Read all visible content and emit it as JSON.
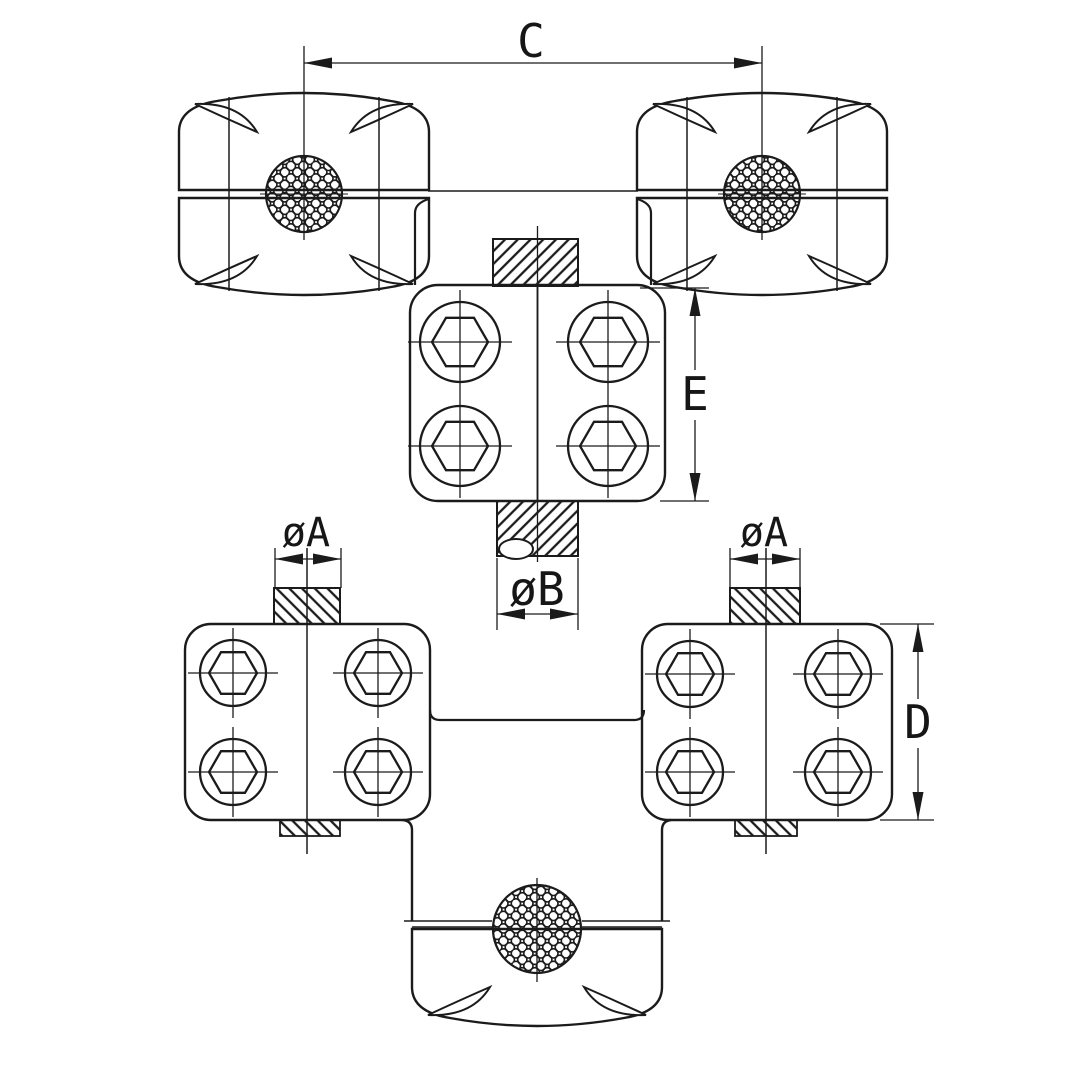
{
  "drawing": {
    "type": "engineering-technical-drawing",
    "subject": "parallel-groove tap connector clamp with bolted keeper blocks and stranded conductors",
    "background_color": "#ffffff",
    "line_color": "#1b1b1b",
    "labels": {
      "span_between_conductors": "C",
      "middle_block_height": "E",
      "lower_block_height": "D",
      "run_conductor_diameter_left": "øA",
      "run_conductor_diameter_right": "øA",
      "tap_conductor_diameter": "øB"
    }
  }
}
